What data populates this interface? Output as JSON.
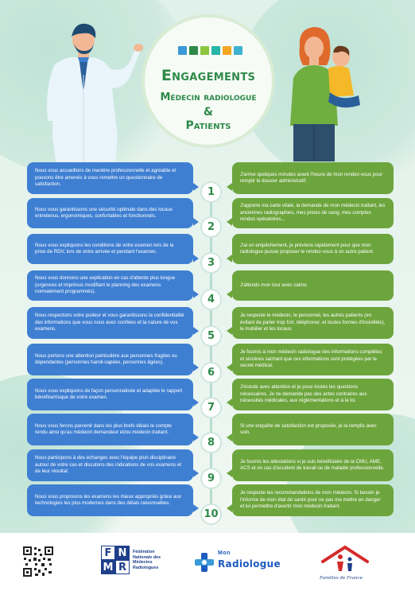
{
  "header": {
    "title": "Engagements",
    "subtitle": "Médecin radiologue",
    "ampersand": "&",
    "subtitle2": "Patients",
    "swatch_colors": [
      "#3a9ad9",
      "#2e8a4a",
      "#8cc63f",
      "#26b5a6",
      "#f5a623",
      "#3fb1d1"
    ]
  },
  "colors": {
    "doctor_bubble": "#3f7fd2",
    "patient_bubble": "#6da53d",
    "number_text": "#2e8a4a"
  },
  "engagements": [
    {
      "number": "1",
      "doctor": "Nous vous accueillons de manière professionnelle et agréable et pouvons être amenés à vous remettre un questionnaire de satisfaction.",
      "patient": "J'arrive quelques minutes avant l'heure de mon rendez-vous pour remplir le dossier administratif."
    },
    {
      "number": "2",
      "doctor": "Nous vous garantissons une sécurité optimale dans des locaux entretenus, ergonomiques, confortables et fonctionnels.",
      "patient": "J'apporte ma carte vitale, la demande de mon médecin traitant, les anciennes radiographies, mes prises de sang, mes comptes rendus opératoires..."
    },
    {
      "number": "3",
      "doctor": "Nous vous expliquons les conditions de votre examen lors de la prise de RDV, lors de votre arrivée et pendant l'examen.",
      "patient": "J'ai un empêchement, je préviens rapidement pour que mon radiologue puisse proposer le rendez-vous à un autre patient."
    },
    {
      "number": "4",
      "doctor": "Nous vous donnons une explication en cas d'attente plus longue (urgences et imprévus modifiant le planning des examens normalement programmés).",
      "patient": "J'attends mon tour avec calme."
    },
    {
      "number": "5",
      "doctor": "Nous respectons votre pudeur et vous garantissons la confidentialité des informations que vous nous avez confiées et la nature de vos examens.",
      "patient": "Je respecte le médecin, le personnel, les autres patients (en évitant de parler trop fort, téléphoner, et toutes formes d'incivilités), le mobilier et les locaux."
    },
    {
      "number": "6",
      "doctor": "Nous portons une attention particulière aux personnes fragiles ou dépendantes (personnes handi-capées, personnes âgées).",
      "patient": "Je fournis à mon médecin radiologue des informations complètes et sincères sachant que ces informations sont protégées par le secret médical."
    },
    {
      "number": "7",
      "doctor": "Nous vous expliquons de façon personnalisée et adaptée le rapport bénéfice/risque de votre examen.",
      "patient": "J'écoute avec attention et je pose toutes les questions nécessaires. Je ne demande pas des actes contraires aux nécessités médicales, aux réglementations et à la loi."
    },
    {
      "number": "8",
      "doctor": "Nous vous ferons parvenir dans les plus brefs délais le compte rendu ainsi qu'au médecin demandeur et/ou médecin traitant.",
      "patient": "Si une enquête de satisfaction est proposée, je la remplis avec soin."
    },
    {
      "number": "9",
      "doctor": "Nous participons à des échanges avec l'équipe pluri-disciplinaire autour de votre cas et discutons des indications de vos examens et de leur résultat.",
      "patient": "Je fournis les attestations si je suis bénéficiaire de la CMU, AME, ACS et en cas d'accident de travail ou de maladie professionnelle."
    },
    {
      "number": "10",
      "doctor": "Nous vous proposons les examens les mieux appropriés grâce aux technologies les plus modernes dans des délais raisonnables.",
      "patient": "Je respecte les recommandations de mon médecin. Si besoin je l'informe de mon état de santé pour ne pas me mettre en danger et lui permettre d'avertir mon médecin traitant."
    }
  ],
  "footer": {
    "fnmr_letters": [
      "F",
      "N",
      "M",
      "R"
    ],
    "fnmr_line1": "Fédération",
    "fnmr_line2": "Nationale des",
    "fnmr_line3": "Médecins",
    "fnmr_line4": "Radiologues",
    "monradio_top": "Mon",
    "monradio_bottom": "Radiologue",
    "famille": "Familles de France",
    "logos": [
      "qr-code-icon",
      "fnmr-logo",
      "mon-radiologue-logo",
      "familles-de-france-logo"
    ]
  }
}
